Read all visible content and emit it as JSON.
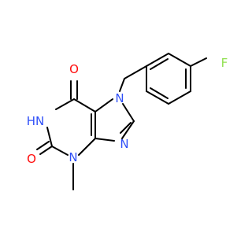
{
  "colors": {
    "bond": "#000000",
    "oxygen": "#ff0d0d",
    "nitrogen": "#3050f8",
    "fluorine": "#90e050",
    "background": "#ffffff"
  },
  "atoms": {
    "fluorine": "F",
    "oxygen_top": "O",
    "oxygen_bottom": "O",
    "n7": "N",
    "n1": "HN",
    "n3": "N",
    "n9": "N"
  }
}
